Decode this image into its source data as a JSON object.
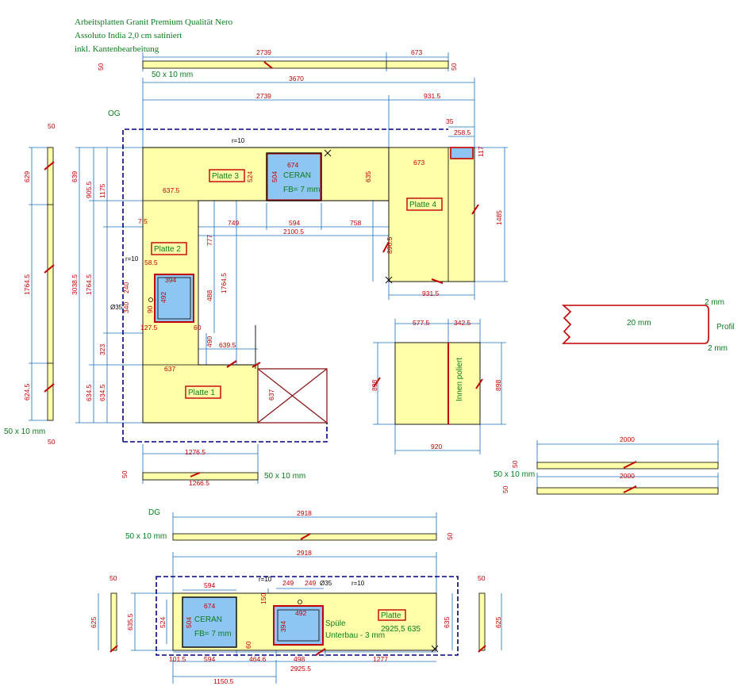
{
  "header": {
    "line1": "Arbeitsplatten Granit Premium Qualität Nero",
    "line2": "Assoluto India 2,0 cm satiniert",
    "line3": "inkl. Kantenbearbeitung"
  },
  "colors": {
    "slab": "#ffffaa",
    "dimension": "#1b6fbf",
    "dim_text": "#c00000",
    "green_text": "#0a7d1d",
    "outline": "#000080",
    "cutout": "#8fc5f2"
  },
  "sections": {
    "og": "OG",
    "dg": "DG"
  },
  "strip_notes": {
    "s1": "50 x 10 mm",
    "s2": "50 x 10 mm",
    "s3": "50 x 10 mm",
    "s4": "50 x 10 mm",
    "s5": "50 x 10 mm"
  },
  "plates": {
    "p1": "Platte 1",
    "p2": "Platte 2",
    "p3": "Platte 3",
    "p4": "Platte 4",
    "p5": "Platte"
  },
  "labels": {
    "ceran": "CERAN",
    "fb": "FB= 7 mm",
    "ceran2": "CERAN",
    "fb2": "FB= 7 mm",
    "spule": "Spüle",
    "unterbau": "Unterbau - 3 mm",
    "dg_dims": "2925,5 635",
    "innen": "Innen poliert",
    "profil": "Profil",
    "p20": "20 mm",
    "p2a": "2 mm",
    "p2b": "2 mm",
    "r10a": "r=10",
    "r10b": "r=10",
    "r10c": "r=10",
    "r10d": "r=10",
    "d35a": "Ø35",
    "d35b": "Ø35"
  },
  "dims": {
    "top2739": "2739",
    "top673": "673",
    "s50a": "50",
    "s50b": "50",
    "d3670": "3670",
    "d2739": "2739",
    "d931": "931.5",
    "d35": "35",
    "d258": "258.5",
    "d117": "117",
    "d673": "673",
    "d674": "674",
    "d504": "504",
    "d524": "524",
    "d635": "635",
    "d637a": "637.5",
    "d749": "749",
    "d594": "594",
    "d758": "758",
    "d2100": "2100.5",
    "d896": "896.5",
    "d1485": "1485",
    "d931b": "931.5",
    "d7_5": "7.5",
    "d58": "58.5",
    "d394": "394",
    "d492": "492",
    "d777": "777",
    "d1764m": "1764.5",
    "d488": "488",
    "d490": "490",
    "d639": "639.5",
    "d637b": "637",
    "d637c": "637",
    "d60": "60",
    "d127": "127.5",
    "d240": "240",
    "d340": "340",
    "d90": "90",
    "d1276": "1276.5",
    "d1266": "1266.5",
    "s50c": "50",
    "v639": "639",
    "v905": "905.5",
    "v1175": "1175",
    "v323": "323",
    "v634a": "634.5",
    "v634b": "634.5",
    "v3038": "3038.5",
    "v1764": "1764.5",
    "lv50a": "50",
    "lv629": "629",
    "lv1764": "1764.5",
    "lv624": "624.5",
    "lv50b": "50",
    "i577": "577.5",
    "i342": "342.5",
    "i898a": "898",
    "i898b": "898",
    "i920": "920",
    "r2000a": "2000",
    "r2000b": "2000",
    "r50a": "50",
    "r50b": "50",
    "dg2918a": "2918",
    "dg50": "50",
    "dg2918b": "2918",
    "dg594a": "594",
    "dg674": "674",
    "dg504": "504",
    "dg524": "524",
    "dg635": "635.5",
    "dg625a": "625",
    "dg625b": "625",
    "dg50b": "50",
    "dg50c": "50",
    "dg150": "150",
    "dg249a": "249",
    "dg249b": "249",
    "dg492": "492",
    "dg394": "394",
    "dg635b": "635",
    "dg101": "101.5",
    "dg594b": "594",
    "dg464": "464.6",
    "dg498": "498",
    "dg1277": "1277",
    "dg2925": "2925.5",
    "dg1150": "1150.5",
    "dg60": "60"
  }
}
